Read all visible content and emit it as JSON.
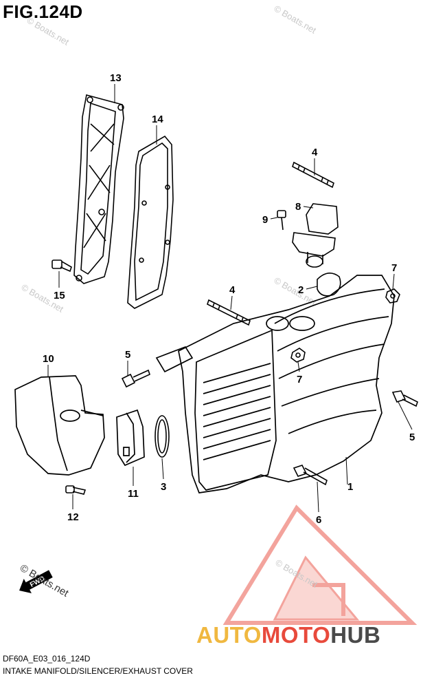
{
  "figure": {
    "title": "FIG.124D",
    "code": "DF60A_E03_016_124D",
    "description": "INTAKE MANIFOLD/SILENCER/EXHAUST COVER"
  },
  "fwd_label": "FWD",
  "watermark": {
    "text": "© Boats.net",
    "logo_parts": [
      "AUTO",
      "MOTO",
      "HUB"
    ],
    "colors": {
      "auto": "#f0b840",
      "moto": "#e84a3c",
      "hub": "#4a4a4a"
    }
  },
  "callouts": [
    {
      "id": "13",
      "label": "13"
    },
    {
      "id": "14",
      "label": "14"
    },
    {
      "id": "4a",
      "label": "4"
    },
    {
      "id": "8",
      "label": "8"
    },
    {
      "id": "9",
      "label": "9"
    },
    {
      "id": "7a",
      "label": "7"
    },
    {
      "id": "2",
      "label": "2"
    },
    {
      "id": "15",
      "label": "15"
    },
    {
      "id": "4b",
      "label": "4"
    },
    {
      "id": "10",
      "label": "10"
    },
    {
      "id": "5a",
      "label": "5"
    },
    {
      "id": "7b",
      "label": "7"
    },
    {
      "id": "5b",
      "label": "5"
    },
    {
      "id": "1",
      "label": "1"
    },
    {
      "id": "11",
      "label": "11"
    },
    {
      "id": "3",
      "label": "3"
    },
    {
      "id": "12",
      "label": "12"
    },
    {
      "id": "6",
      "label": "6"
    }
  ]
}
